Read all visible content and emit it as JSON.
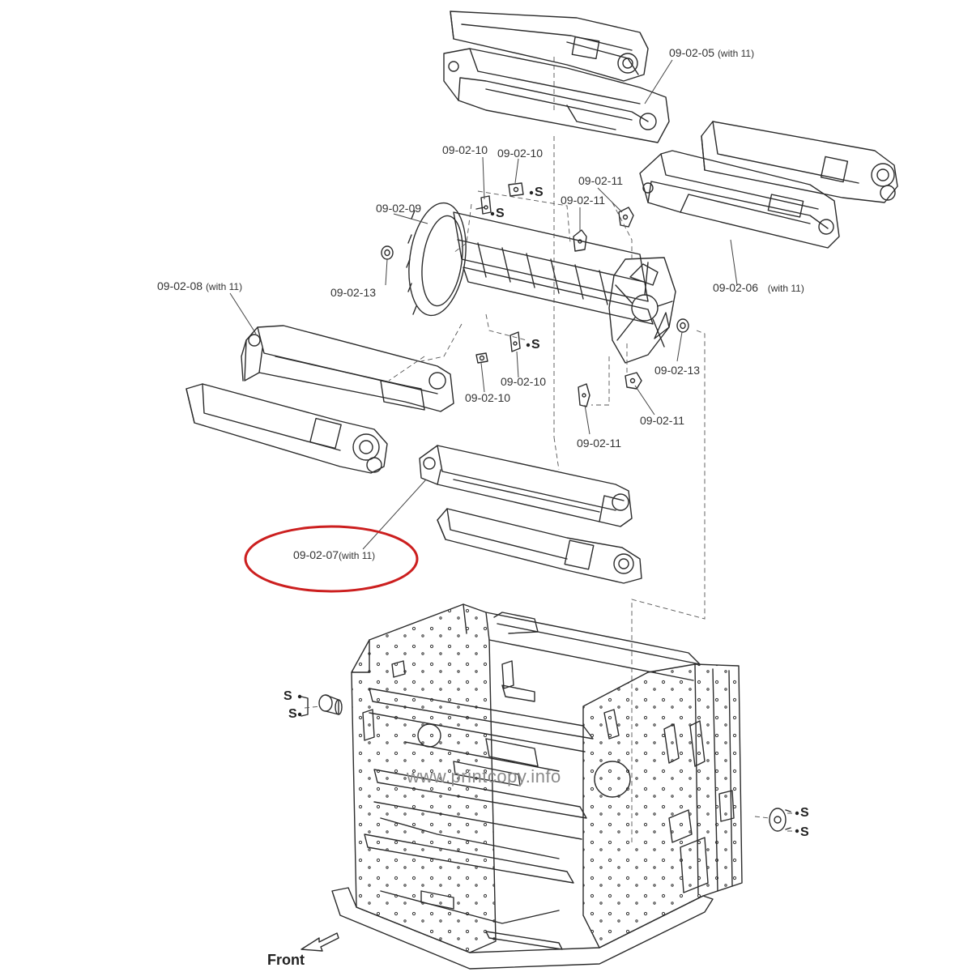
{
  "colors": {
    "line": "#2b2b2b",
    "leader": "#444444",
    "highlight": "#cc1f1f",
    "watermark": "#8a8a8a"
  },
  "parts": {
    "p0205": {
      "code": "09-02-05",
      "note": "(with 11)"
    },
    "p0206": {
      "code": "09-02-06",
      "note": "(with 11)"
    },
    "p0207": {
      "code": "09-02-07",
      "note": "(with 11)"
    },
    "p0208": {
      "code": "09-02-08",
      "note": "(with 11)"
    },
    "p0209": {
      "code": "09-02-09"
    },
    "p0210": {
      "code": "09-02-10"
    },
    "p0211": {
      "code": "09-02-11"
    },
    "p0213": {
      "code": "09-02-13"
    }
  },
  "screw_symbol": "S",
  "watermark": "www.printcopy.info",
  "front_label": "Front",
  "highlighted_part": "09-02-07"
}
